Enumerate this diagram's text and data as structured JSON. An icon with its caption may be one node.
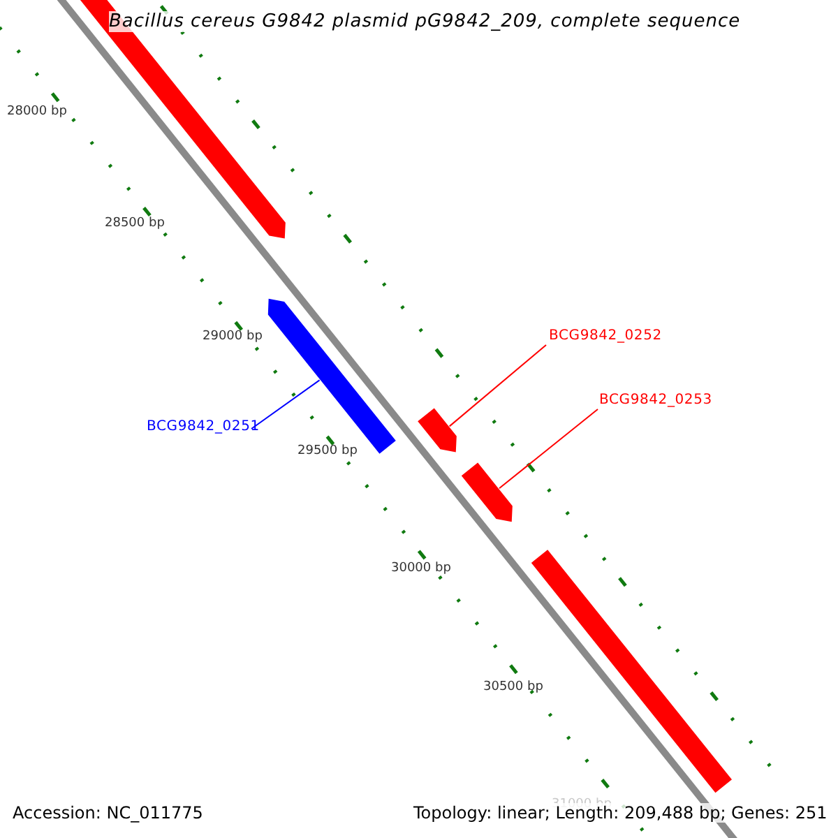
{
  "diagram": {
    "title": "Bacillus cereus G9842 plasmid pG9842_209, complete sequence",
    "nodes": [
      {
        "text": [],
        "shape": "arrow"
      },
      {
        "text": [],
        "shape": "arrow"
      },
      {
        "text": [
          "BCG9842_0251"
        ]
      },
      {
        "text": [
          "BCG9842_0252"
        ]
      },
      {
        "text": [],
        "shape": "arrow"
      },
      {
        "text": [
          "BCG9842_0253"
        ]
      },
      {
        "text": [],
        "shape": "arrow"
      },
      {
        "text": [],
        "shape": "arrow"
      }
    ],
    "edges": [
      {
        "from": 2,
        "to": 1,
        "arrow": "none",
        "color": "#0000ff"
      },
      {
        "from": 3,
        "to": 4,
        "arrow": "none"
      },
      {
        "from": 5,
        "to": 6,
        "arrow": "none"
      }
    ],
    "labels": [
      "28000 bp",
      "28500 bp",
      "29000 bp",
      "29500 bp",
      "30000 bp",
      "30500 bp",
      "31000 bp",
      "Accession: NC_011775",
      "Topology: linear; Length: 209,488 bp; Genes: 251"
    ]
  }
}
